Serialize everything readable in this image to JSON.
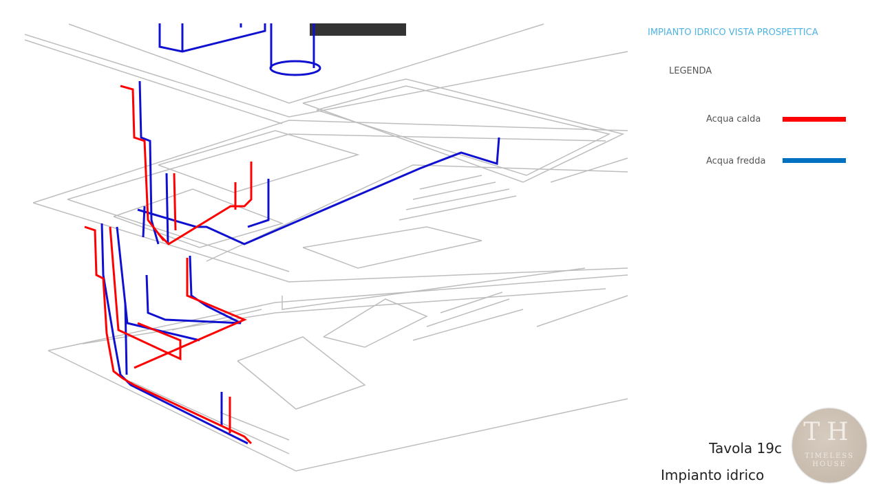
{
  "header": {
    "title": "IMPIANTO IDRICO VISTA PROSPETTICA"
  },
  "legend": {
    "title": "LEGENDA",
    "items": [
      {
        "label": "Acqua calda",
        "color": "#ff0000"
      },
      {
        "label": "Acqua fredda",
        "color": "#0070c0"
      }
    ]
  },
  "footer": {
    "sheet": "Tavola 19c",
    "subtitle": "Impianto idrico"
  },
  "logo": {
    "initials": "TH",
    "line1": "TIMELESS",
    "line2": "HOUSE"
  },
  "colors": {
    "hot": "#ff0000",
    "cold": "#1010d0",
    "plan": "#bdbdbd"
  }
}
